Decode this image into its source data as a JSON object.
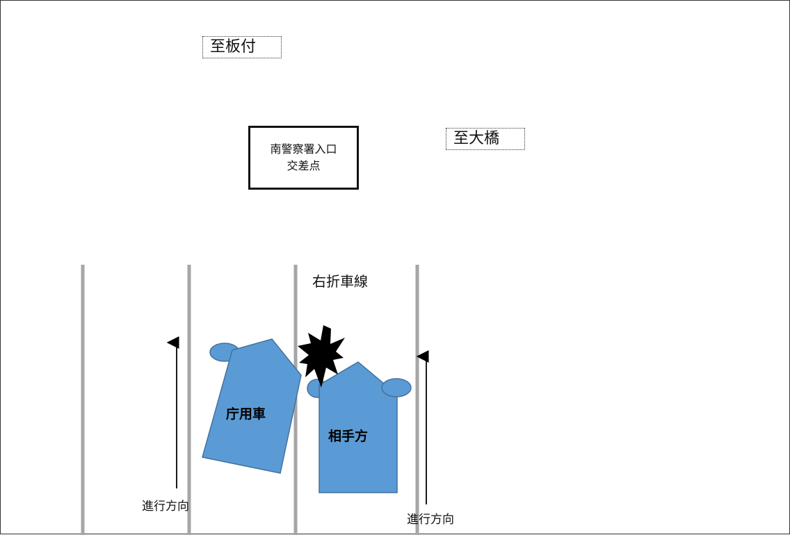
{
  "destinations": {
    "itatsuke": "至板付",
    "ohashi": "至大橋"
  },
  "intersection": {
    "line1": "南警察署入口",
    "line2": "交差点"
  },
  "lane_label": "右折車線",
  "vehicles": {
    "government": "庁用車",
    "other": "相手方"
  },
  "direction_labels": {
    "left": "進行方向",
    "right": "進行方向"
  },
  "colors": {
    "vehicle_fill": "#5b9bd5",
    "vehicle_stroke": "#41719c",
    "lane_line": "#a6a6a6",
    "collision": "#000000"
  }
}
